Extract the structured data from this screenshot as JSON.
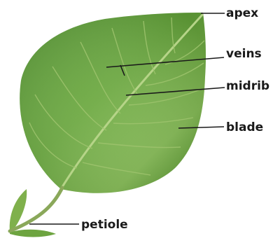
{
  "labels": {
    "apex": "apex",
    "veins": "veins",
    "midrib": "midrib",
    "blade": "blade",
    "petiole": "petiole"
  },
  "colors": {
    "leaf_light": "#8ec25a",
    "leaf_mid": "#5f9f37",
    "leaf_dark": "#3f7a24",
    "vein": "#a9c97a",
    "petiole": "#8aa85a",
    "label_text": "#1a1a1a"
  }
}
